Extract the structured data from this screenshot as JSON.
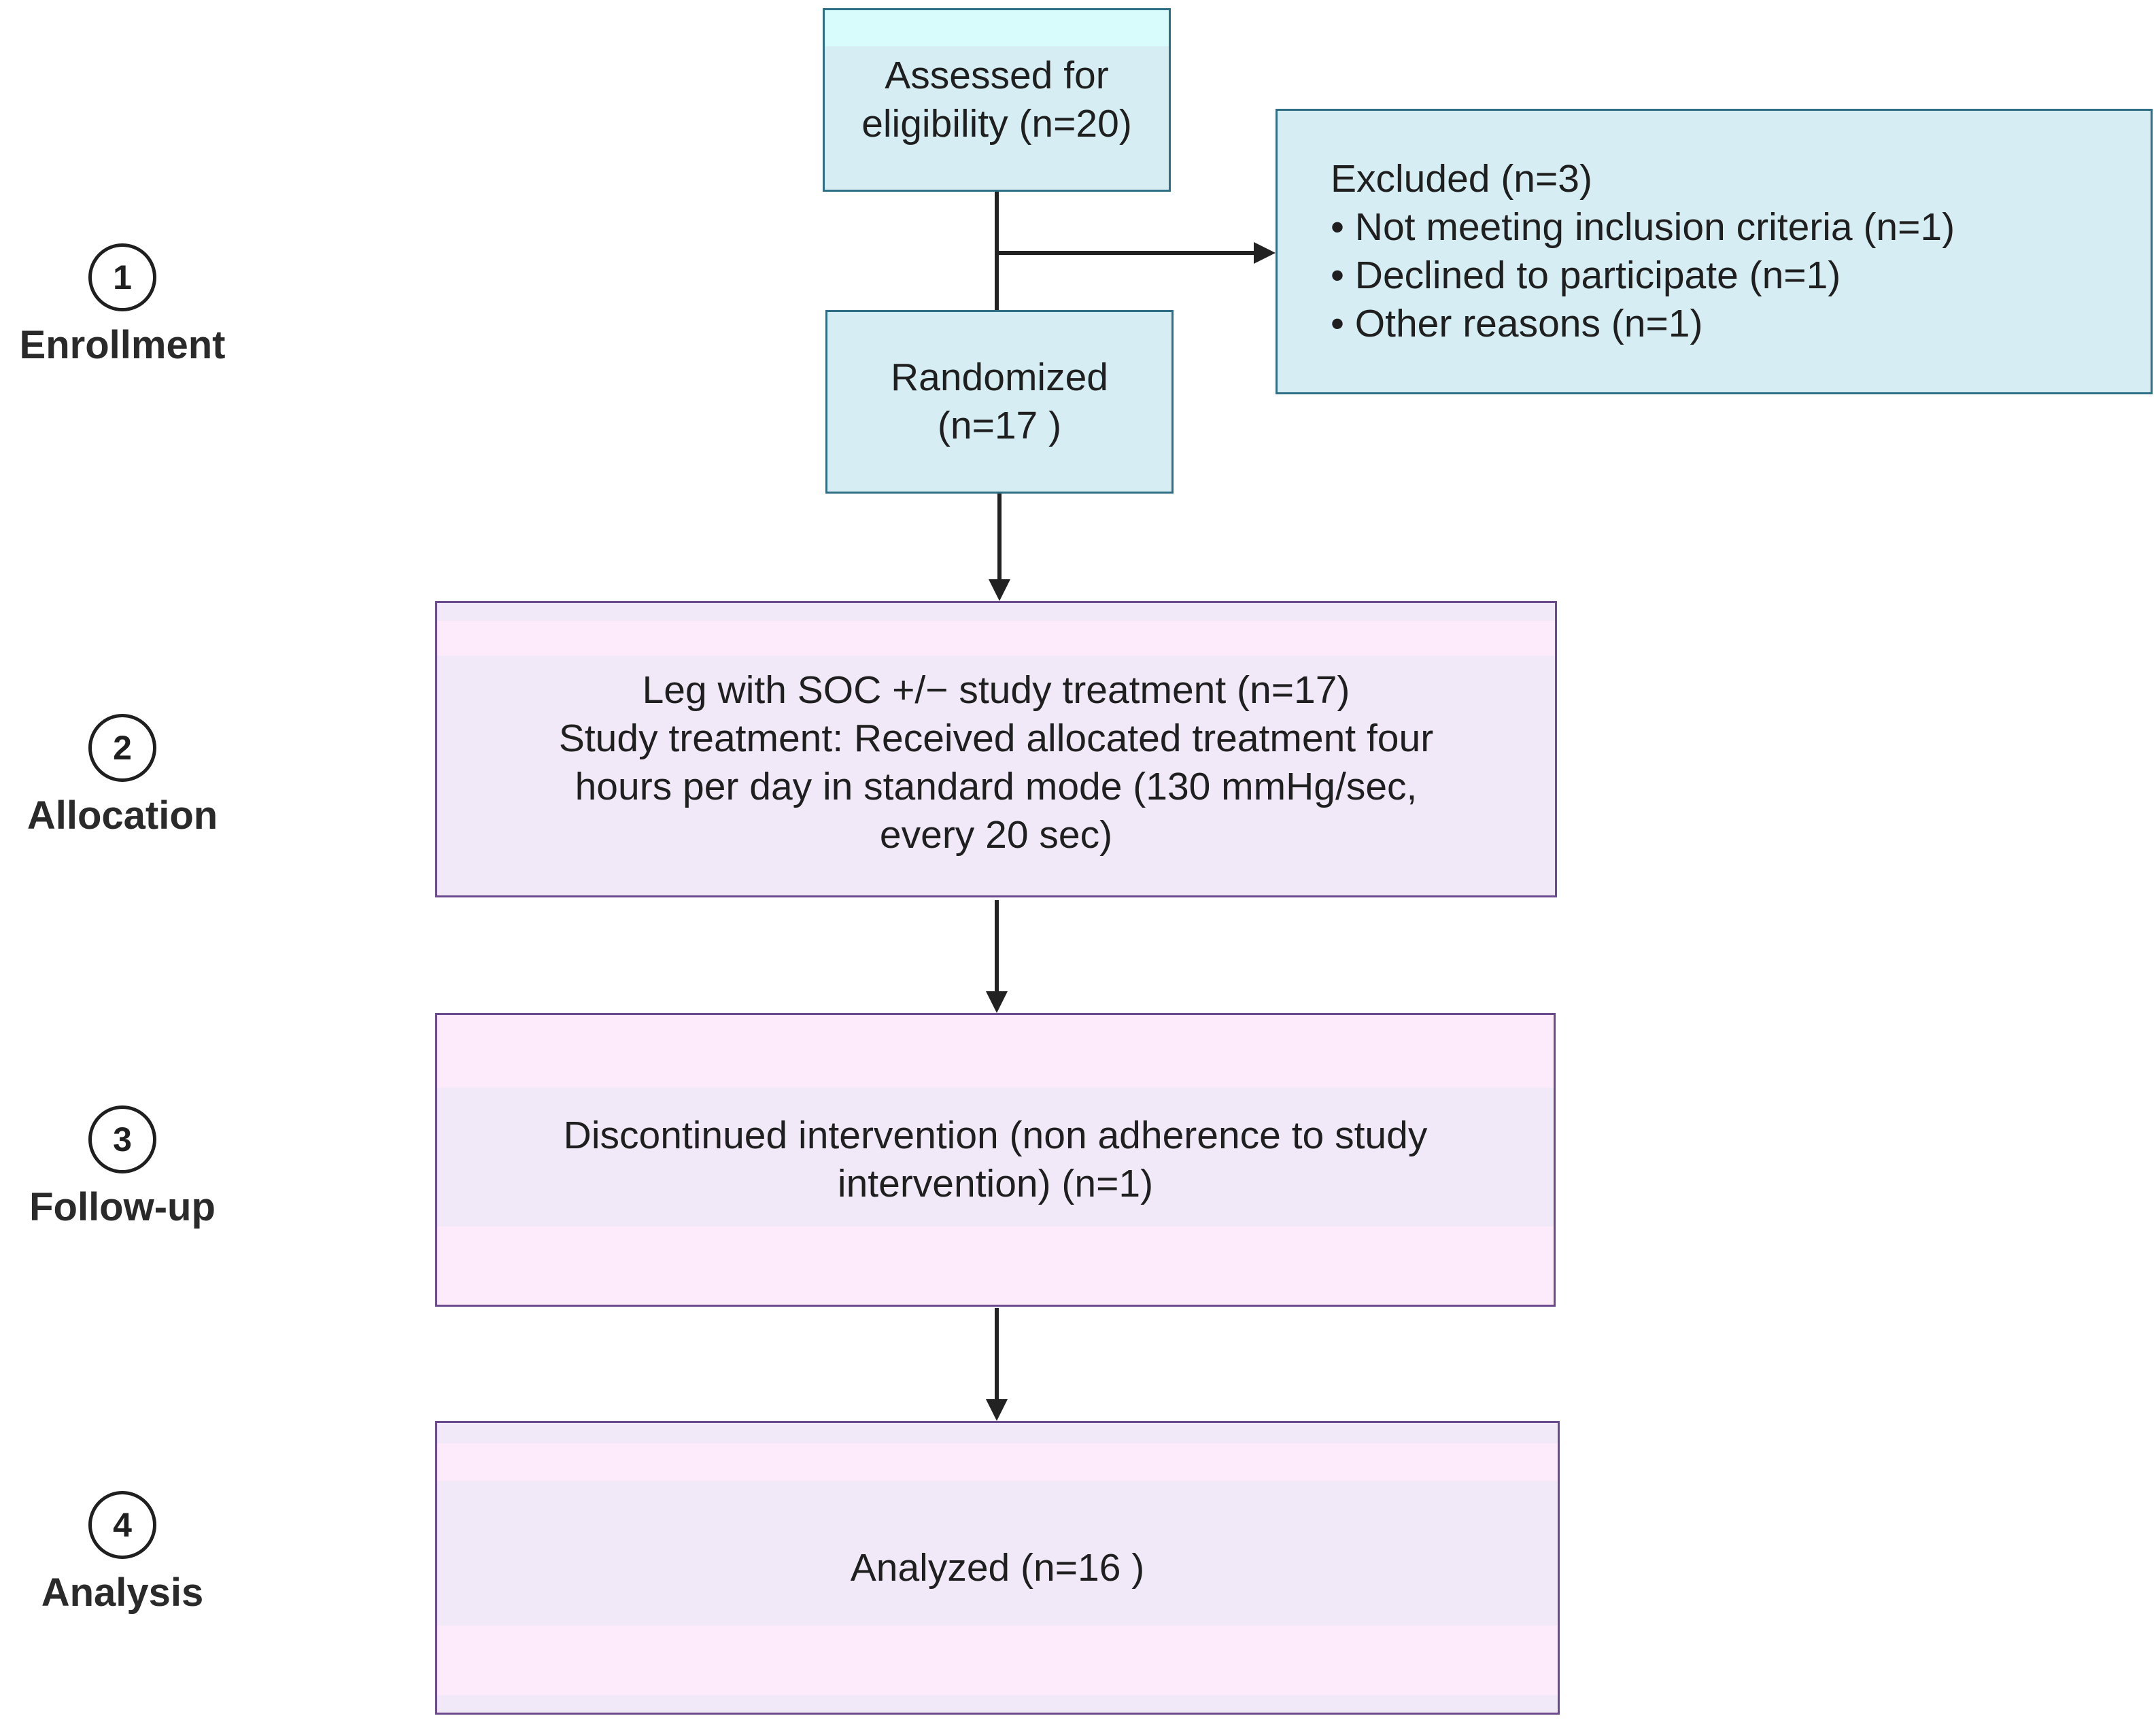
{
  "stages": [
    {
      "number": "1",
      "label": "Enrollment"
    },
    {
      "number": "2",
      "label": "Allocation"
    },
    {
      "number": "3",
      "label": "Follow-up"
    },
    {
      "number": "4",
      "label": "Analysis"
    }
  ],
  "boxes": {
    "assessed": {
      "lines": [
        "Assessed for",
        "eligibility (n=20)"
      ]
    },
    "excluded": {
      "title": "Excluded (n=3)",
      "items": [
        "Not meeting inclusion criteria (n=1)",
        "Declined to participate (n=1)",
        "Other reasons (n=1)"
      ]
    },
    "randomized": {
      "lines": [
        "Randomized",
        "(n=17 )"
      ]
    },
    "allocation": {
      "lines": [
        "Leg with SOC +/− study treatment (n=17)",
        "Study treatment: Received allocated treatment four",
        "hours per day in standard mode (130 mmHg/sec,",
        "every 20 sec)"
      ]
    },
    "followup": {
      "lines": [
        "Discontinued intervention (non adherence to study",
        "intervention) (n=1)"
      ]
    },
    "analysis": {
      "lines": [
        "Analyzed (n=16 )"
      ]
    }
  },
  "colors": {
    "teal_fill": "#d6eef3",
    "teal_border": "#2f6f86",
    "purple_fill": "#f1e8f8",
    "purple_border": "#6c4a8e",
    "arrow": "#222222"
  }
}
